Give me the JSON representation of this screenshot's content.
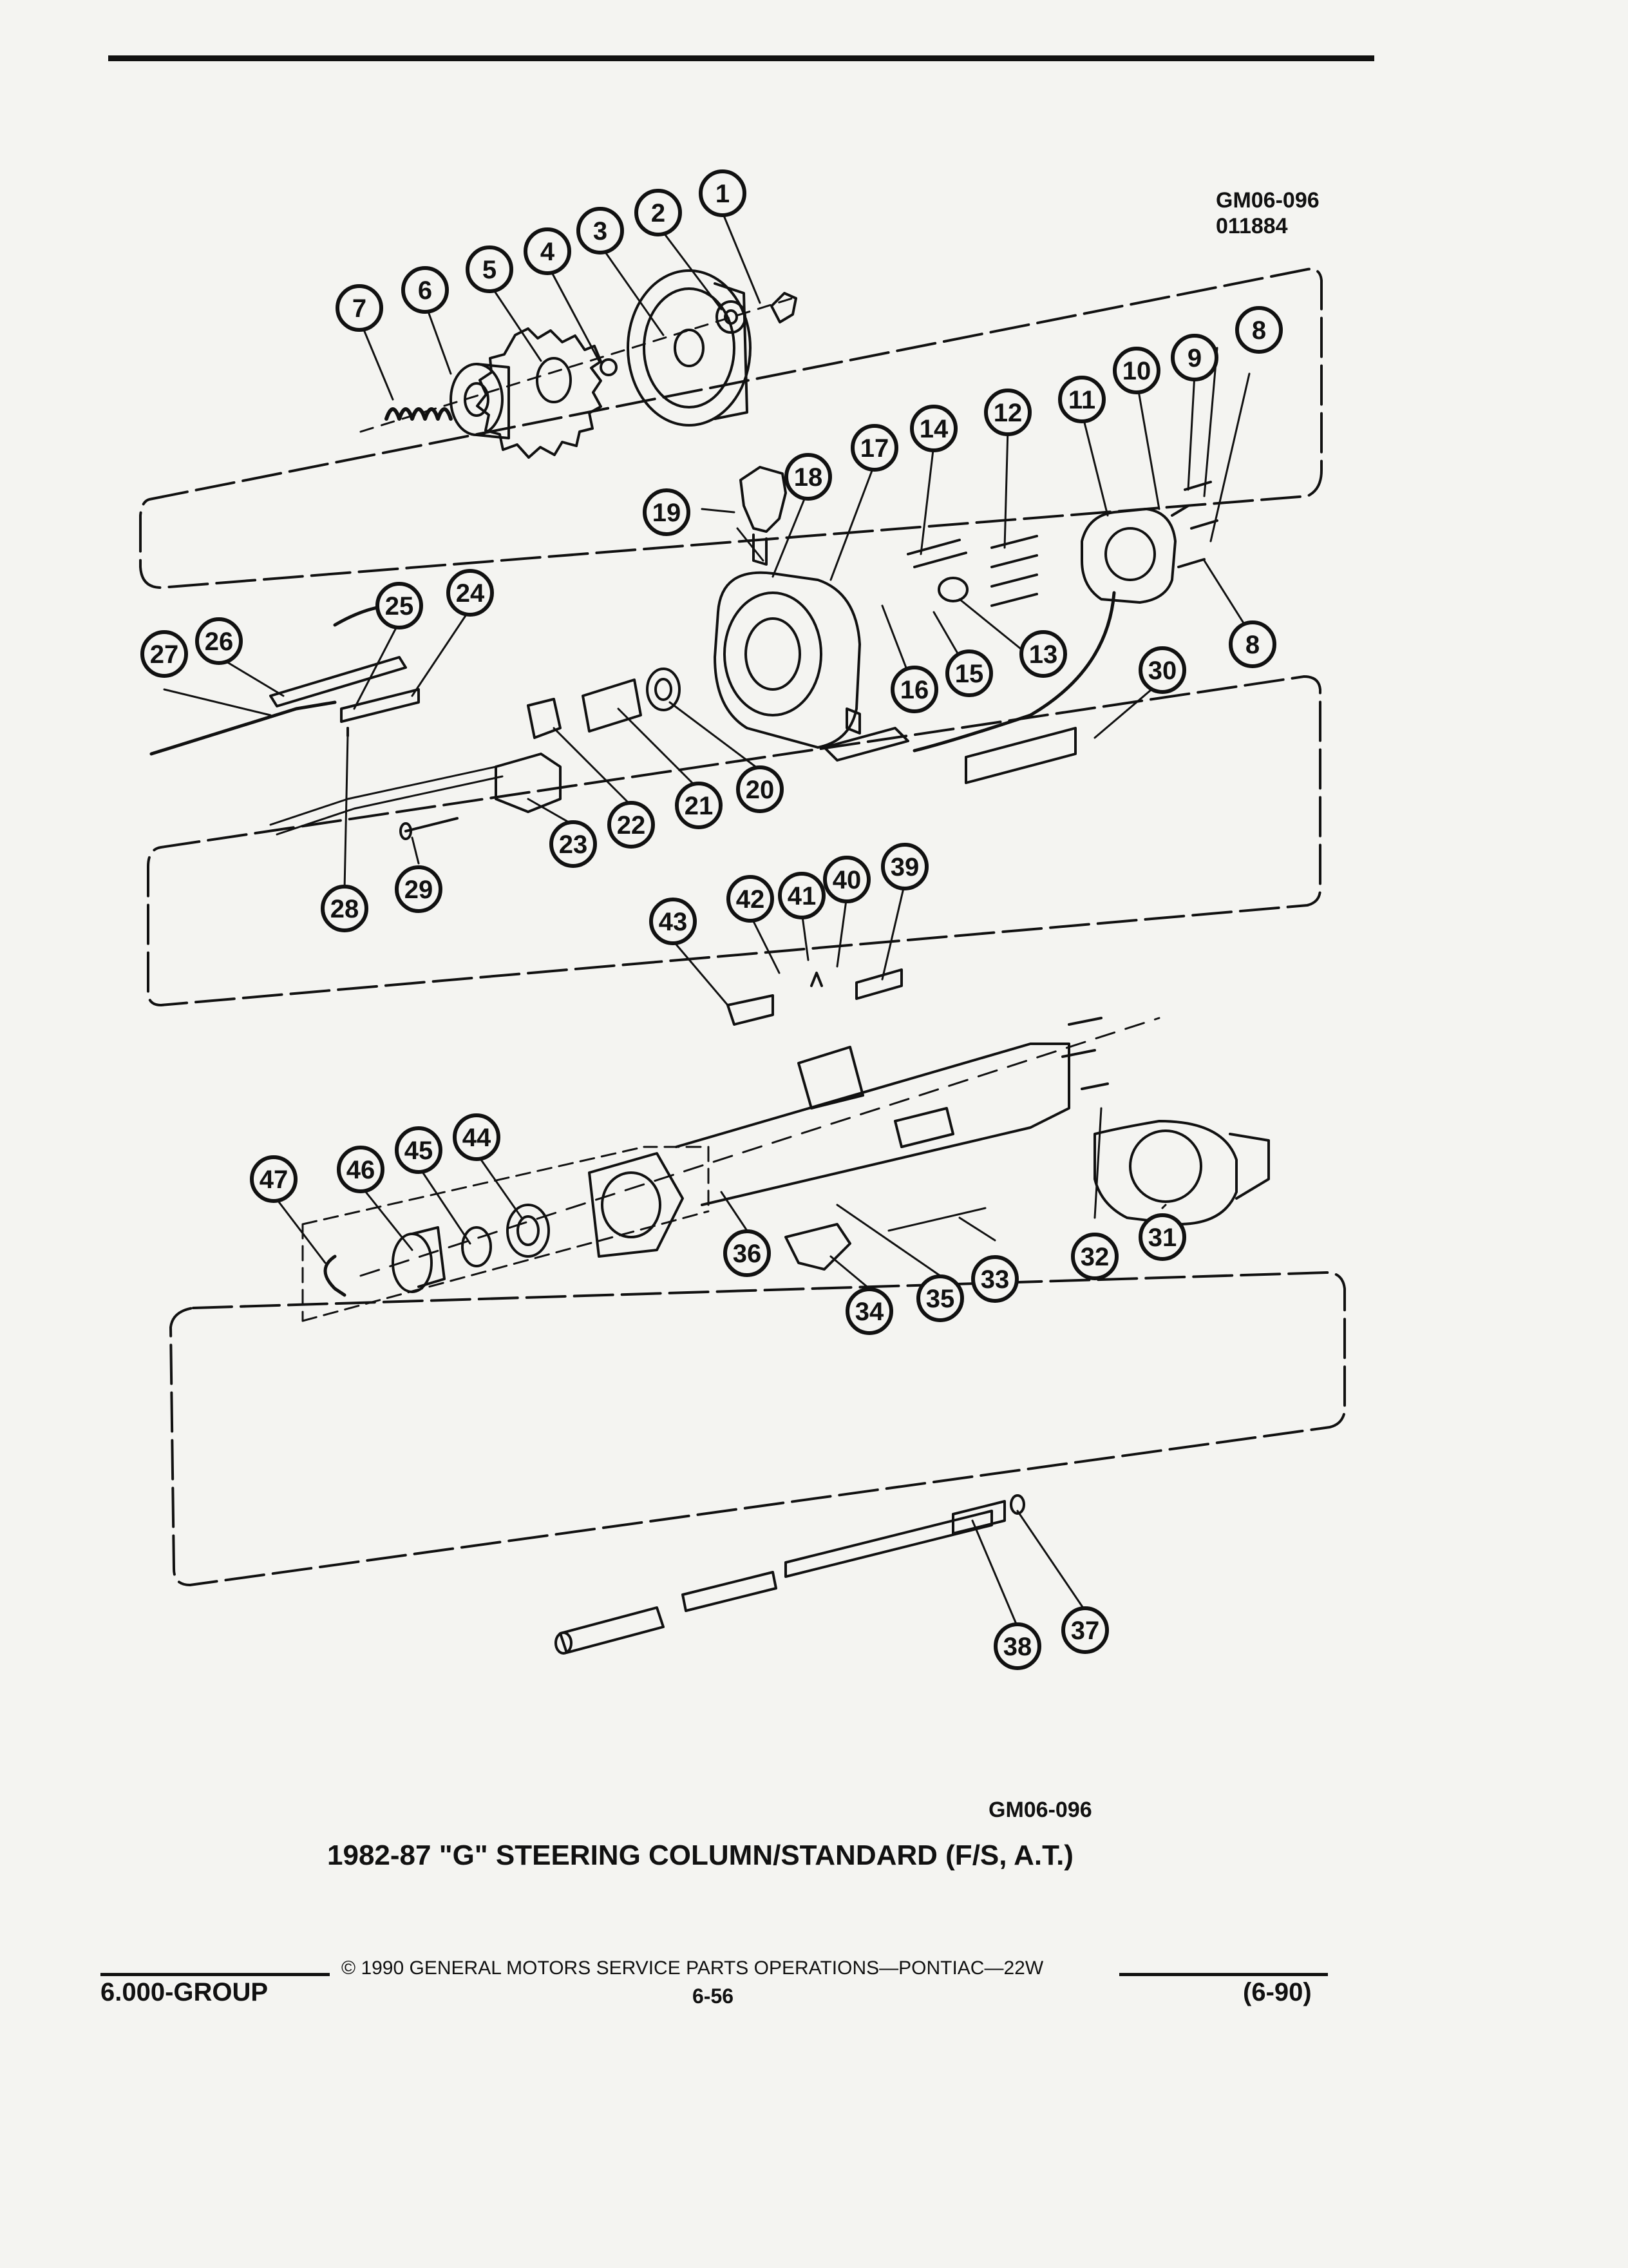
{
  "header": {
    "drawing_id": "GM06-096",
    "drawing_date": "011884"
  },
  "callouts": [
    "1",
    "2",
    "3",
    "4",
    "5",
    "6",
    "7",
    "8",
    "9",
    "10",
    "11",
    "12",
    "13",
    "14",
    "15",
    "16",
    "17",
    "18",
    "19",
    "20",
    "21",
    "22",
    "23",
    "24",
    "25",
    "26",
    "27",
    "28",
    "29",
    "30",
    "31",
    "32",
    "33",
    "34",
    "35",
    "36",
    "37",
    "38",
    "39",
    "40",
    "41",
    "42",
    "43",
    "44",
    "45",
    "46",
    "47"
  ],
  "caption": {
    "code": "GM06-096",
    "title": "1982-87 \"G\" STEERING COLUMN/STANDARD (F/S, A.T.)"
  },
  "footer": {
    "copyright": "© 1990 GENERAL MOTORS SERVICE PARTS OPERATIONS—PONTIAC—22W",
    "group": "6.000-GROUP",
    "page": "6-56",
    "date": "(6-90)"
  },
  "colors": {
    "ink": "#111111",
    "paper": "#f4f4f1"
  }
}
